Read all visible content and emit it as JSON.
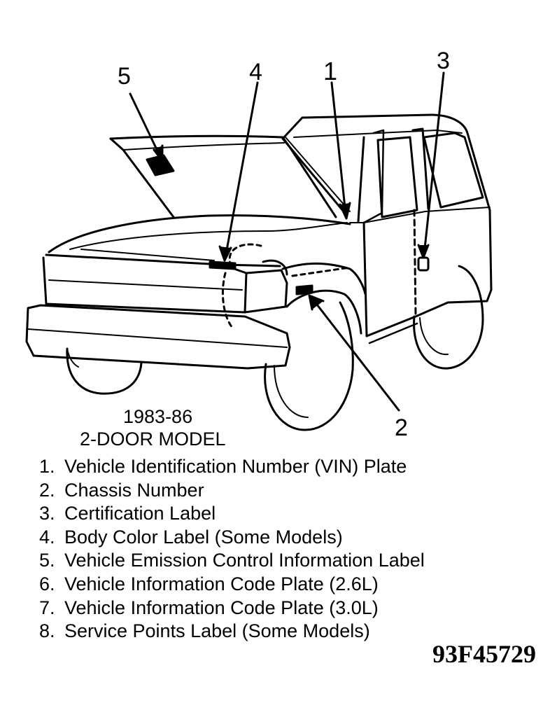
{
  "diagram": {
    "callouts": [
      {
        "id": "5",
        "label": "5"
      },
      {
        "id": "4",
        "label": "4"
      },
      {
        "id": "1",
        "label": "1"
      },
      {
        "id": "3",
        "label": "3"
      },
      {
        "id": "2",
        "label": "2"
      }
    ],
    "caption": {
      "years": "1983-86",
      "model": "2-DOOR MODEL"
    },
    "legend": [
      {
        "num": "1.",
        "text": "Vehicle Identification Number (VIN) Plate"
      },
      {
        "num": "2.",
        "text": "Chassis Number"
      },
      {
        "num": "3.",
        "text": "Certification Label"
      },
      {
        "num": "4.",
        "text": "Body Color Label (Some Models)"
      },
      {
        "num": "5.",
        "text": "Vehicle Emission Control Information Label"
      },
      {
        "num": "6.",
        "text": "Vehicle Information Code Plate (2.6L)"
      },
      {
        "num": "7.",
        "text": "Vehicle Information Code Plate (3.0L)"
      },
      {
        "num": "8.",
        "text": "Service Points Label (Some Models)"
      }
    ],
    "figure_id": "93F45729"
  }
}
